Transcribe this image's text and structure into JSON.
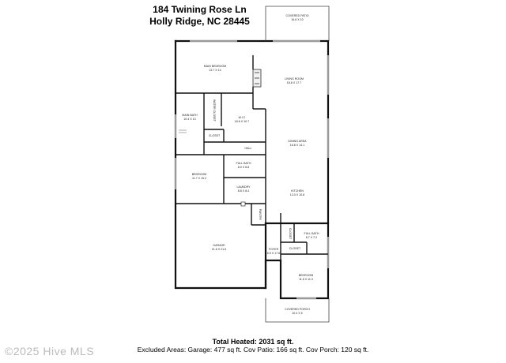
{
  "header": {
    "address_line1": "184 Twining Rose Ln",
    "address_line2": "Holly Ridge, NC 28445"
  },
  "rooms": {
    "covered_patio": {
      "name": "COVERED PATIO",
      "dims": "16.6 X 10"
    },
    "main_bedroom": {
      "name": "MAIN BEDROOM",
      "dims": "13.7 X 14"
    },
    "living_room": {
      "name": "LIVING ROOM",
      "dims": "18.8 X 17.7"
    },
    "water_closet": {
      "name": "WATER CLOSET"
    },
    "wic": {
      "name": "W.I.C",
      "dims": "18.6 X 10.7"
    },
    "main_bath": {
      "name": "MAIN BATH",
      "dims": "10.4 X 13"
    },
    "closet_a": {
      "name": "CLOSET"
    },
    "dining_area": {
      "name": "DINING AREA",
      "dims": "16.8 X 14.1"
    },
    "hall": {
      "name": "HALL"
    },
    "full_bath_1": {
      "name": "FULL BATH",
      "dims": "8.0 X 6.8"
    },
    "bedroom_1": {
      "name": "BEDROOM",
      "dims": "11.7 X 15.2"
    },
    "laundry": {
      "name": "LAUNDRY",
      "dims": "8.8 X 8.4"
    },
    "kitchen": {
      "name": "KITCHEN",
      "dims": "13.0 X 10.8"
    },
    "pantry": {
      "name": "PANTRY"
    },
    "closet_b": {
      "name": "CLOSET"
    },
    "full_bath_2": {
      "name": "FULL BATH",
      "dims": "8.7 X 7.2"
    },
    "garage": {
      "name": "GARAGE",
      "dims": "21.6 X 21.6"
    },
    "foyer": {
      "name": "FOYER",
      "dims": "6.5 X 17.8"
    },
    "closet_c": {
      "name": "CLOSET"
    },
    "bedroom_2": {
      "name": "BEDROOM",
      "dims": "11.6 X 11.3"
    },
    "covered_porch": {
      "name": "COVERED PORCH",
      "dims": "10.4 X 6"
    }
  },
  "footer": {
    "total_heated": "Total Heated: 2031 sq ft.",
    "excluded": "Excluded Areas: Garage: 477 sq ft.  Cov Patio: 166 sq ft. Cov Porch: 120 sq ft."
  },
  "watermark": "©2025 Hive MLS",
  "colors": {
    "wall": "#111111",
    "window": "#9a9a9a",
    "text": "#222222"
  }
}
